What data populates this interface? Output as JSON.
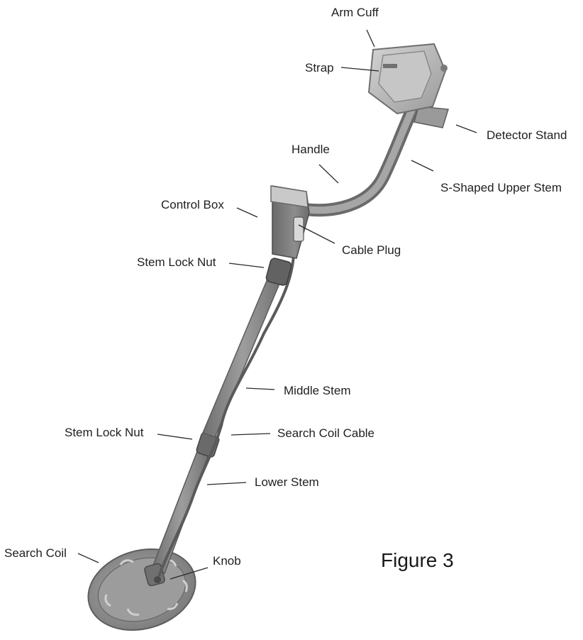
{
  "figure": {
    "caption": "Figure 3",
    "subject": "metal-detector",
    "colors": {
      "body": "#8c8c8c",
      "body_dark": "#5f5f5f",
      "body_light": "#bdbdbd",
      "leader": "#2a2a2a"
    }
  },
  "labels": {
    "arm_cuff": "Arm Cuff",
    "strap": "Strap",
    "detector_stand": "Detector Stand",
    "handle": "Handle",
    "s_shaped_upper_stem": "S-Shaped Upper Stem",
    "control_box": "Control Box",
    "cable_plug": "Cable Plug",
    "stem_lock_nut_upper": "Stem Lock Nut",
    "middle_stem": "Middle Stem",
    "stem_lock_nut_lower": "Stem Lock Nut",
    "search_coil_cable": "Search Coil Cable",
    "lower_stem": "Lower Stem",
    "search_coil": "Search Coil",
    "knob": "Knob"
  }
}
